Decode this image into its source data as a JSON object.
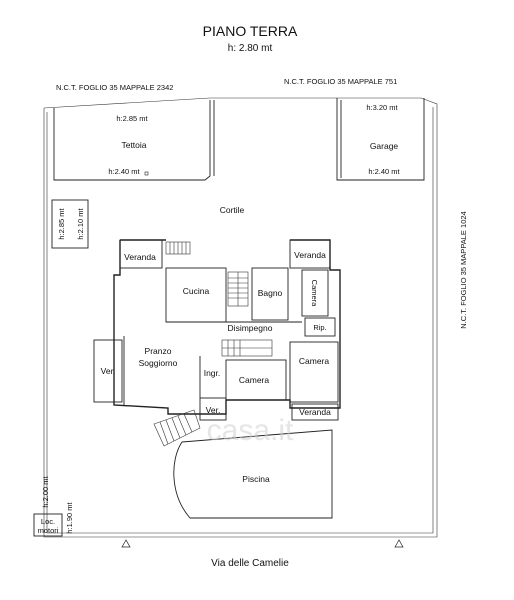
{
  "header": {
    "title": "PIANO TERRA",
    "height": "h: 2.80 mt"
  },
  "cadastral": {
    "top_left": "N.C.T. FOGLIO 35 MAPPALE 2342",
    "top_right": "N.C.T. FOGLIO 35 MAPPALE 751",
    "right": "N.C.T. FOGLIO 35 MAPPALE 1024"
  },
  "rooms": {
    "tettoia": "Tettoia",
    "tettoia_h1": "h:2.85 mt",
    "tettoia_h2": "h:2.40 mt",
    "garage": "Garage",
    "garage_h1": "h:3.20 mt",
    "garage_h2": "h:2.40 mt",
    "cortile": "Cortile",
    "side_h1": "h:2.85 mt",
    "side_h2": "h:2.10 mt",
    "veranda_tl": "Veranda",
    "veranda_tr": "Veranda",
    "cucina": "Cucina",
    "bagno": "Bagno",
    "camera_vert": "Camera",
    "disimpegno": "Disimpegno",
    "rip": "Rip.",
    "pranzo": "Pranzo",
    "soggiorno": "Soggiorno",
    "ver_left": "Ver.",
    "ingr": "Ingr.",
    "camera_mid": "Camera",
    "camera_right": "Camera",
    "ver_bottom": "Ver.",
    "veranda_br": "Veranda",
    "piscina": "Piscina",
    "loc_h1": "h:2.00 mt",
    "loc_h2": "h:1.90 mt",
    "loc_line1": "Loc.",
    "loc_line2": "motori"
  },
  "street": "Via delle Camelie",
  "watermark": "casa.it"
}
